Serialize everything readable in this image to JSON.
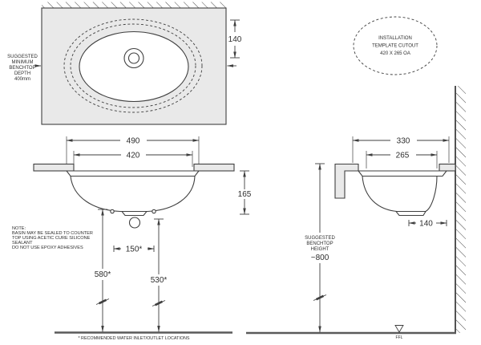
{
  "colors": {
    "line": "#3f3f3f",
    "text": "#2e2e2e",
    "benchtop_fill": "#e9e9e9",
    "floor": "#5a5a5a"
  },
  "plan_view": {
    "depth_note_lines": [
      "SUGGESTED",
      "MINIMUM",
      "BENCHTOP",
      "DEPTH",
      "400mm"
    ],
    "rear_offset_dim": "140"
  },
  "cutout_note": {
    "lines": [
      "INSTALLATION",
      "TEMPLATE CUTOUT",
      "420 X 265 OA"
    ]
  },
  "front_view": {
    "overall_width_dim": "490",
    "cutout_width_dim": "420",
    "bowl_depth_dim": "165",
    "inlet_spacing_dim": "150*",
    "inlet_height_dim": "580*",
    "outlet_height_dim": "530*"
  },
  "side_view": {
    "overall_depth_dim": "330",
    "cutout_depth_dim": "265",
    "outlet_offset_dim": "140",
    "height_note_lines": [
      "SUGGESTED",
      "BENCHTOP",
      "HEIGHT"
    ],
    "height_value": "~800",
    "floor_label": "FFL"
  },
  "install_note": {
    "lines": [
      "NOTE:",
      "BASIN MAY BE SEALED TO COUNTER",
      "TOP USING ACETIC CURE SILICONE",
      "SEALANT",
      "DO NOT USE EPOXY ADHESIVES"
    ]
  },
  "footnote": "* RECOMMENDED WATER INLET/OUTLET LOCATIONS"
}
